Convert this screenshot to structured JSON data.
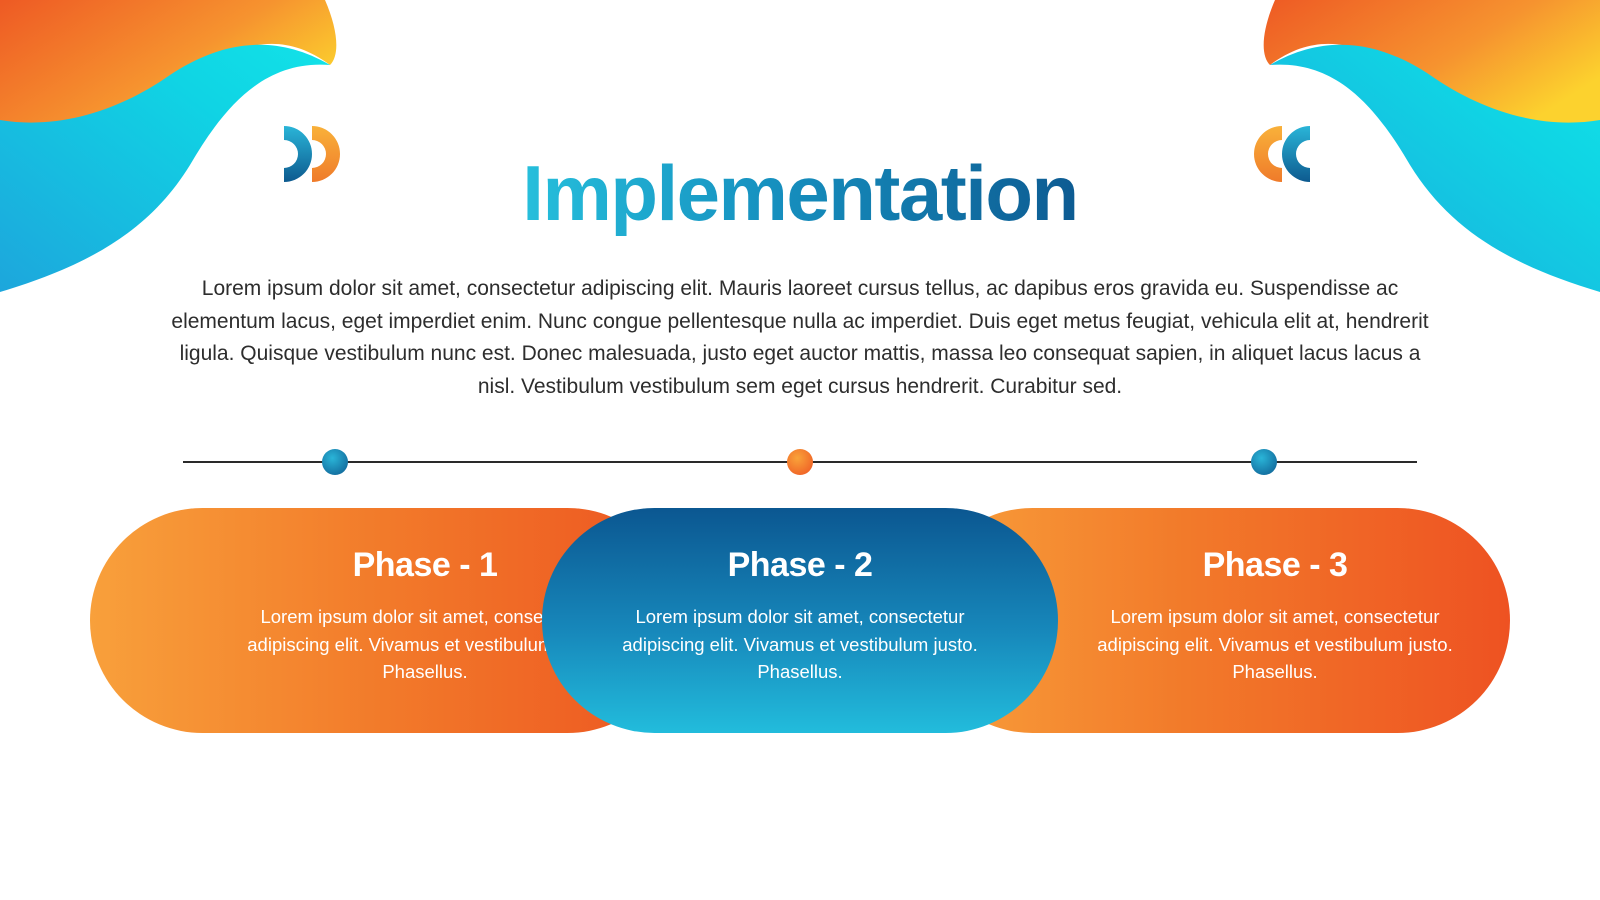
{
  "title": "Implementation",
  "intro": "Lorem ipsum dolor sit amet, consectetur adipiscing elit. Mauris laoreet cursus tellus, ac dapibus eros gravida eu. Suspendisse ac elementum lacus, eget imperdiet enim. Nunc congue pellentesque nulla ac imperdiet. Duis eget metus feugiat, vehicula elit at, hendrerit ligula. Quisque vestibulum nunc est. Donec malesuada, justo eget auctor mattis, massa leo consequat sapien, in aliquet lacus lacus a nisl. Vestibulum vestibulum sem eget cursus hendrerit. Curabitur sed.",
  "phases": [
    {
      "title": "Phase - 1",
      "text": "Lorem ipsum dolor sit amet, consectetur adipiscing elit. Vivamus et vestibulum justo. Phasellus."
    },
    {
      "title": "Phase - 2",
      "text": "Lorem ipsum dolor sit amet, consectetur adipiscing elit. Vivamus et vestibulum justo. Phasellus."
    },
    {
      "title": "Phase - 3",
      "text": "Lorem ipsum dolor sit amet, consectetur adipiscing elit. Vivamus et vestibulum justo. Phasellus."
    }
  ],
  "colors": {
    "blue_dark": "#0d5b92",
    "blue_light": "#26bfdc",
    "orange_light": "#f8a03b",
    "orange_dark": "#ed5521",
    "text": "#2d2d2d"
  }
}
